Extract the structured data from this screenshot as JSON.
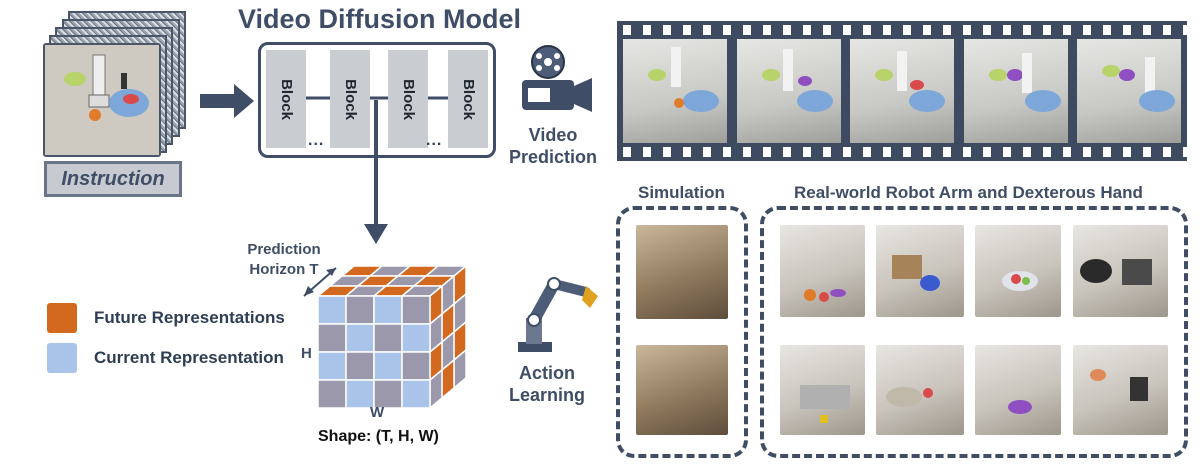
{
  "model_title": "Video Diffusion Model",
  "blocks": [
    "Block",
    "Block",
    "Block",
    "Block"
  ],
  "ellipsis": "...",
  "instruction_label": "Instruction",
  "video_prediction_label": "Video\nPrediction",
  "prediction_horizon_label": "Prediction\nHorizon T",
  "cube_h_label": "H",
  "cube_w_label": "W",
  "shape_label": "Shape: (T, H, W)",
  "legend": [
    {
      "label": "Future Representations",
      "color": "#d2691e"
    },
    {
      "label": "Current Representation",
      "color": "#a9c4e8"
    }
  ],
  "action_learning_label": "Action\nLearning",
  "simulation_title": "Simulation",
  "realworld_title": "Real-world Robot Arm and Dexterous Hand",
  "colors": {
    "navy": "#3f4e66",
    "future": "#d2691e",
    "current": "#a9c4e8",
    "cube_gray": "#9a98aa",
    "block_gray": "#c9ccd1"
  },
  "icons": [
    "video-camera-icon",
    "robot-arm-icon"
  ]
}
